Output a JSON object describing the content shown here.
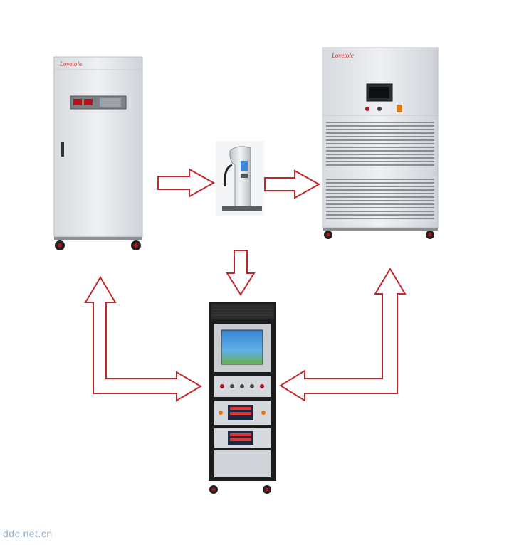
{
  "devices": {
    "ac_source": {
      "icon": "ac-power-source-cabinet-icon",
      "brand_text": "Lovetole"
    },
    "charger": {
      "icon": "ev-charging-pile-icon"
    },
    "dc_load": {
      "icon": "dc-electronic-load-cabinet-icon",
      "brand_text": "Lovetole"
    },
    "test_rack": {
      "icon": "test-system-rack-icon"
    }
  },
  "connections": [
    {
      "from": "ac_source",
      "to": "charger",
      "style": "hollow-arrow"
    },
    {
      "from": "charger",
      "to": "dc_load",
      "style": "hollow-arrow"
    },
    {
      "from": "charger",
      "to": "test_rack",
      "style": "hollow-arrow"
    },
    {
      "from": "test_rack",
      "to": "ac_source",
      "style": "hollow-elbow-double-arrow"
    },
    {
      "from": "test_rack",
      "to": "dc_load",
      "style": "hollow-elbow-double-arrow"
    }
  ],
  "colors": {
    "arrow_stroke": "#c0282c",
    "cabinet_body": "#e6e8ec",
    "rack_frame": "#1c1c1c",
    "screen": "#2c6fb8"
  },
  "watermark": "ddc.net.cn"
}
